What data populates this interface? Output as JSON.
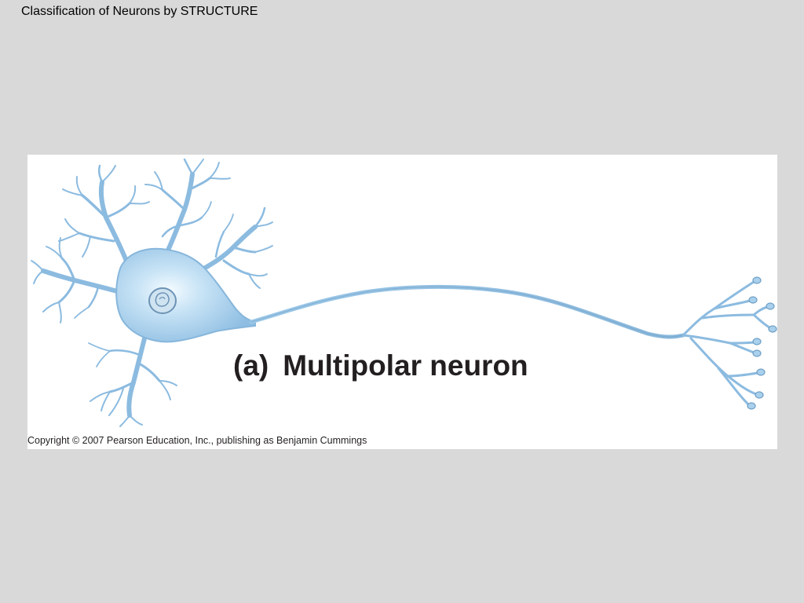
{
  "slide": {
    "title": "Classification of Neurons by STRUCTURE"
  },
  "figure": {
    "label": "(a)",
    "caption": "Multipolar neuron",
    "copyright": "Copyright © 2007 Pearson Education, Inc., publishing as Benjamin Cummings"
  },
  "colors": {
    "background": "#d9d9d9",
    "panel": "#ffffff",
    "neuron_fill": "#a9d0ec",
    "neuron_stroke": "#6f9ec4",
    "nucleus": "#8fb3cf"
  }
}
